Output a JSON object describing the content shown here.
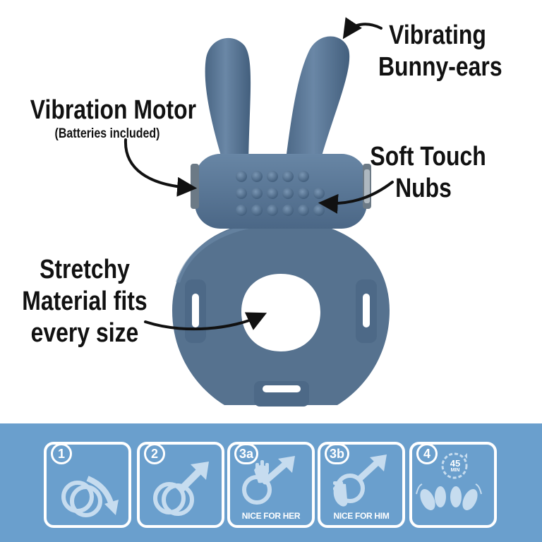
{
  "callouts": {
    "ears": [
      "Vibrating",
      "Bunny-ears"
    ],
    "motor": {
      "title": "Vibration Motor",
      "note": "(Batteries included)"
    },
    "nubs": [
      "Soft Touch",
      "Nubs"
    ],
    "stretch": [
      "Stretchy",
      "Material fits",
      "every size"
    ]
  },
  "steps": [
    {
      "number": "1",
      "caption": "",
      "icon": "ring-slide-arrow-icon"
    },
    {
      "number": "2",
      "caption": "",
      "icon": "male-symbol-ring-icon"
    },
    {
      "number": "3a",
      "caption": "NICE FOR HER",
      "icon": "hand-ring-her-icon"
    },
    {
      "number": "3b",
      "caption": "NICE FOR HIM",
      "icon": "hand-ring-him-icon"
    },
    {
      "number": "4",
      "timer_value": "45",
      "timer_unit": "MIN",
      "caption": "",
      "icon": "timer-feet-icon"
    }
  ],
  "colors": {
    "product": "#5d7a9a",
    "product_dark": "#3f5a78",
    "band": "#6a9fcd",
    "icon_light": "#c6dcef",
    "text": "#111111"
  }
}
